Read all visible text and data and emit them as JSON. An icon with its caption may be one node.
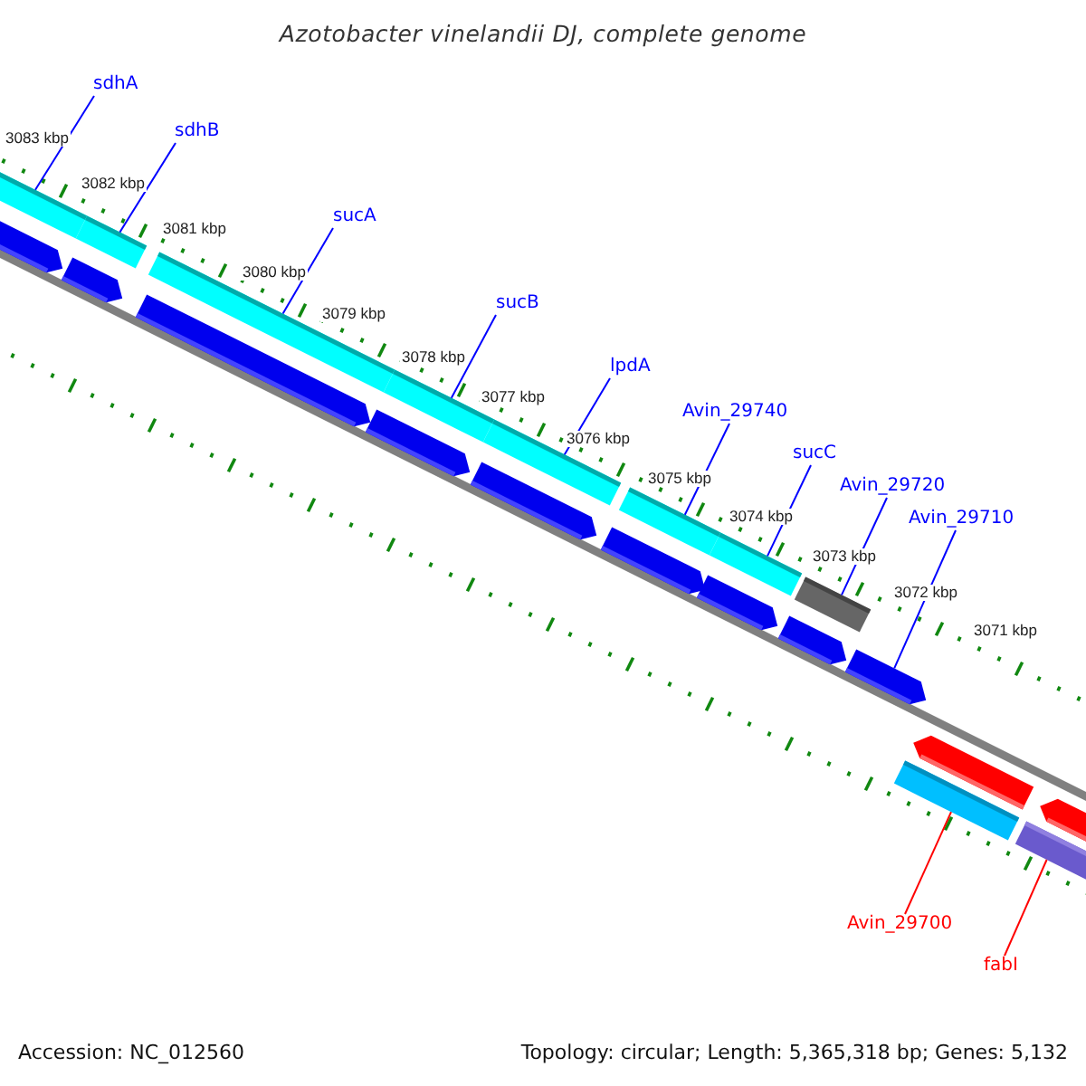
{
  "diagram": {
    "title": "Azotobacter vinelandii DJ, complete genome",
    "nodes": [
      {
        "text": [
          "sdhA"
        ]
      },
      {
        "text": [
          "sdhB"
        ]
      },
      {
        "text": [
          "sucA"
        ]
      },
      {
        "text": [
          "sucB"
        ]
      },
      {
        "text": [
          "lpdA"
        ]
      },
      {
        "text": [
          "Avin_29740"
        ]
      },
      {
        "text": [
          "sucC"
        ]
      },
      {
        "text": [
          "Avin_29720"
        ]
      },
      {
        "text": [
          "Avin_29710"
        ]
      },
      {
        "text": [
          "Avin_29700"
        ]
      },
      {
        "text": [
          "fabI"
        ]
      },
      {
        "text": [],
        "shape": "bar"
      },
      {
        "text": [],
        "shape": "bar"
      },
      {
        "text": [],
        "shape": "bar"
      },
      {
        "text": [],
        "shape": "bar"
      },
      {
        "text": [],
        "shape": "bar"
      },
      {
        "text": [],
        "shape": "bar"
      },
      {
        "text": [],
        "shape": "bar"
      },
      {
        "text": [],
        "shape": "bar"
      },
      {
        "text": [],
        "shape": "bar"
      },
      {
        "text": [],
        "shape": "bar"
      },
      {
        "text": [],
        "shape": "bar"
      },
      {
        "text": [],
        "shape": "bar"
      },
      {
        "text": [],
        "shape": "bar"
      },
      {
        "text": [],
        "shape": "bar"
      },
      {
        "text": [],
        "shape": "bar"
      },
      {
        "text": [],
        "shape": "bar"
      },
      {
        "text": [],
        "shape": "bar"
      },
      {
        "text": [],
        "shape": "bar"
      },
      {
        "text": [],
        "shape": "bar"
      },
      {
        "text": [],
        "shape": "bar"
      },
      {
        "text": [],
        "shape": "bar"
      }
    ],
    "edges": [
      {
        "from": 0,
        "to": 11,
        "arrow": "none"
      },
      {
        "from": 1,
        "to": 12,
        "arrow": "none"
      },
      {
        "from": 2,
        "to": 13,
        "arrow": "none"
      },
      {
        "from": 3,
        "to": 14,
        "arrow": "none"
      },
      {
        "from": 4,
        "to": 15,
        "arrow": "none"
      },
      {
        "from": 5,
        "to": 16,
        "arrow": "none"
      },
      {
        "from": 6,
        "to": 17,
        "arrow": "none"
      },
      {
        "from": 7,
        "to": 18,
        "arrow": "none"
      },
      {
        "from": 8,
        "to": 27,
        "arrow": "none"
      },
      {
        "from": 9,
        "to": 30,
        "arrow": "none",
        "color": "#ff0000"
      },
      {
        "from": 10,
        "to": 31,
        "arrow": "none",
        "color": "#ff0000"
      }
    ],
    "labels": [
      "3083 kbp",
      "3082 kbp",
      "3081 kbp",
      "3080 kbp",
      "3079 kbp",
      "3078 kbp",
      "3077 kbp",
      "3076 kbp",
      "3075 kbp",
      "3074 kbp",
      "3073 kbp",
      "3072 kbp",
      "3071 kbp",
      "Accession: NC_012560",
      "Topology: circular; Length: 5,365,318 bp; Genes: 5,132"
    ]
  }
}
